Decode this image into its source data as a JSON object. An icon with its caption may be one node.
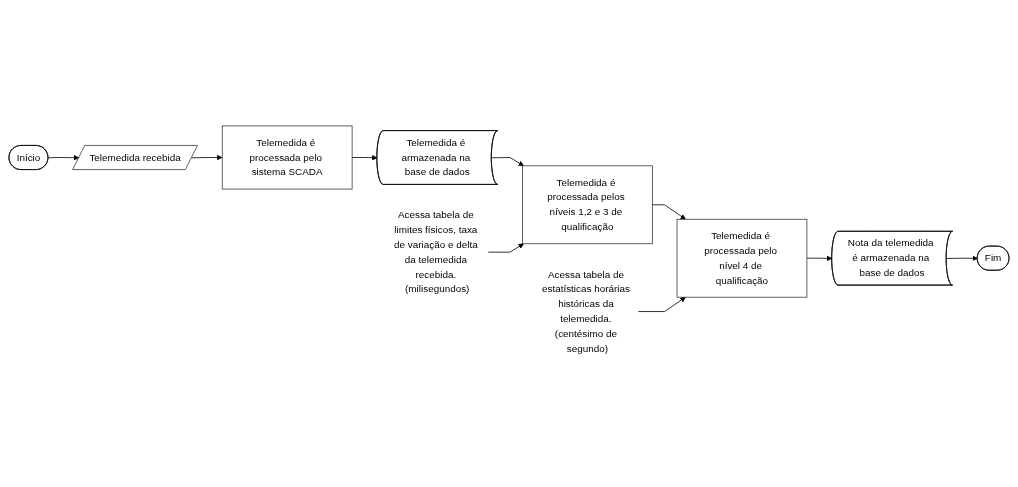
{
  "diagram": {
    "nodes": [
      {
        "text": [
          "Início"
        ]
      },
      {
        "text": [
          "Telemedida recebida"
        ]
      },
      {
        "text": [
          "Telemedida é processada pelo sistema SCADA"
        ]
      },
      {
        "text": [
          "Telemedida é armazenada na base de dados"
        ]
      },
      {
        "text": [
          "Telemedida é processada pelos níveis 1,2 e 3 de qualificação"
        ]
      },
      {
        "text": [
          "Acessa tabela de limites físicos, taxa de variação e delta da telemedida recebida. (milisegundos)"
        ]
      },
      {
        "text": [
          "Telemedida é processada pelo nível 4 de qualificação"
        ]
      },
      {
        "text": [
          "Acessa tabela de estatísticas horárias históricas da telemedida. (centésimo de segundo)"
        ]
      },
      {
        "text": [
          "Nota da telemedida é armazenada na base de dados"
        ]
      },
      {
        "text": [
          "Fim"
        ]
      }
    ],
    "edges": [
      {
        "from": 0,
        "to": 1,
        "arrow": "to"
      },
      {
        "from": 1,
        "to": 2,
        "arrow": "to"
      },
      {
        "from": 2,
        "to": 3,
        "arrow": "to"
      },
      {
        "from": 3,
        "to": 4,
        "arrow": "to"
      },
      {
        "from": 5,
        "to": 4,
        "arrow": "to"
      },
      {
        "from": 4,
        "to": 6,
        "arrow": "to"
      },
      {
        "from": 7,
        "to": 6,
        "arrow": "to"
      },
      {
        "from": 6,
        "to": 8,
        "arrow": "to"
      },
      {
        "from": 8,
        "to": 9,
        "arrow": "to"
      }
    ]
  }
}
